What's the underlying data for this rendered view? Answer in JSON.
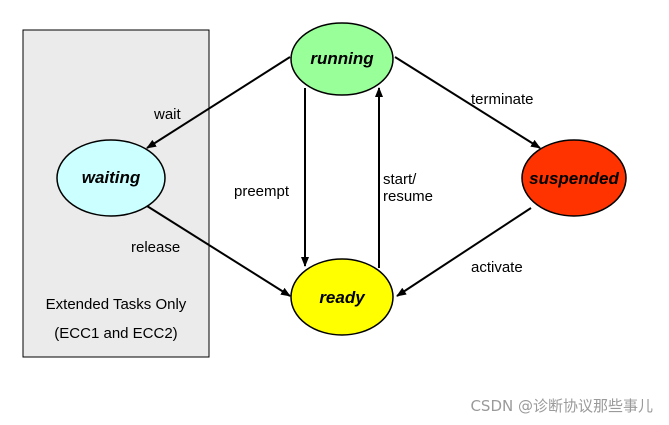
{
  "diagram": {
    "group_box": {
      "line1": "Extended Tasks Only",
      "line2": "(ECC1 and ECC2)",
      "fill": "#ebebeb"
    },
    "states": {
      "running": {
        "label": "running",
        "color": "#99ff99"
      },
      "waiting": {
        "label": "waiting",
        "color": "#ccffff"
      },
      "ready": {
        "label": "ready",
        "color": "#ffff00"
      },
      "suspended": {
        "label": "suspended",
        "color": "#ff3300"
      }
    },
    "transitions": {
      "wait": "wait",
      "release": "release",
      "preempt": "preempt",
      "start_line1": "start/",
      "start_line2": "resume",
      "terminate": "terminate",
      "activate": "activate"
    }
  },
  "watermark": "CSDN @诊断协议那些事儿"
}
